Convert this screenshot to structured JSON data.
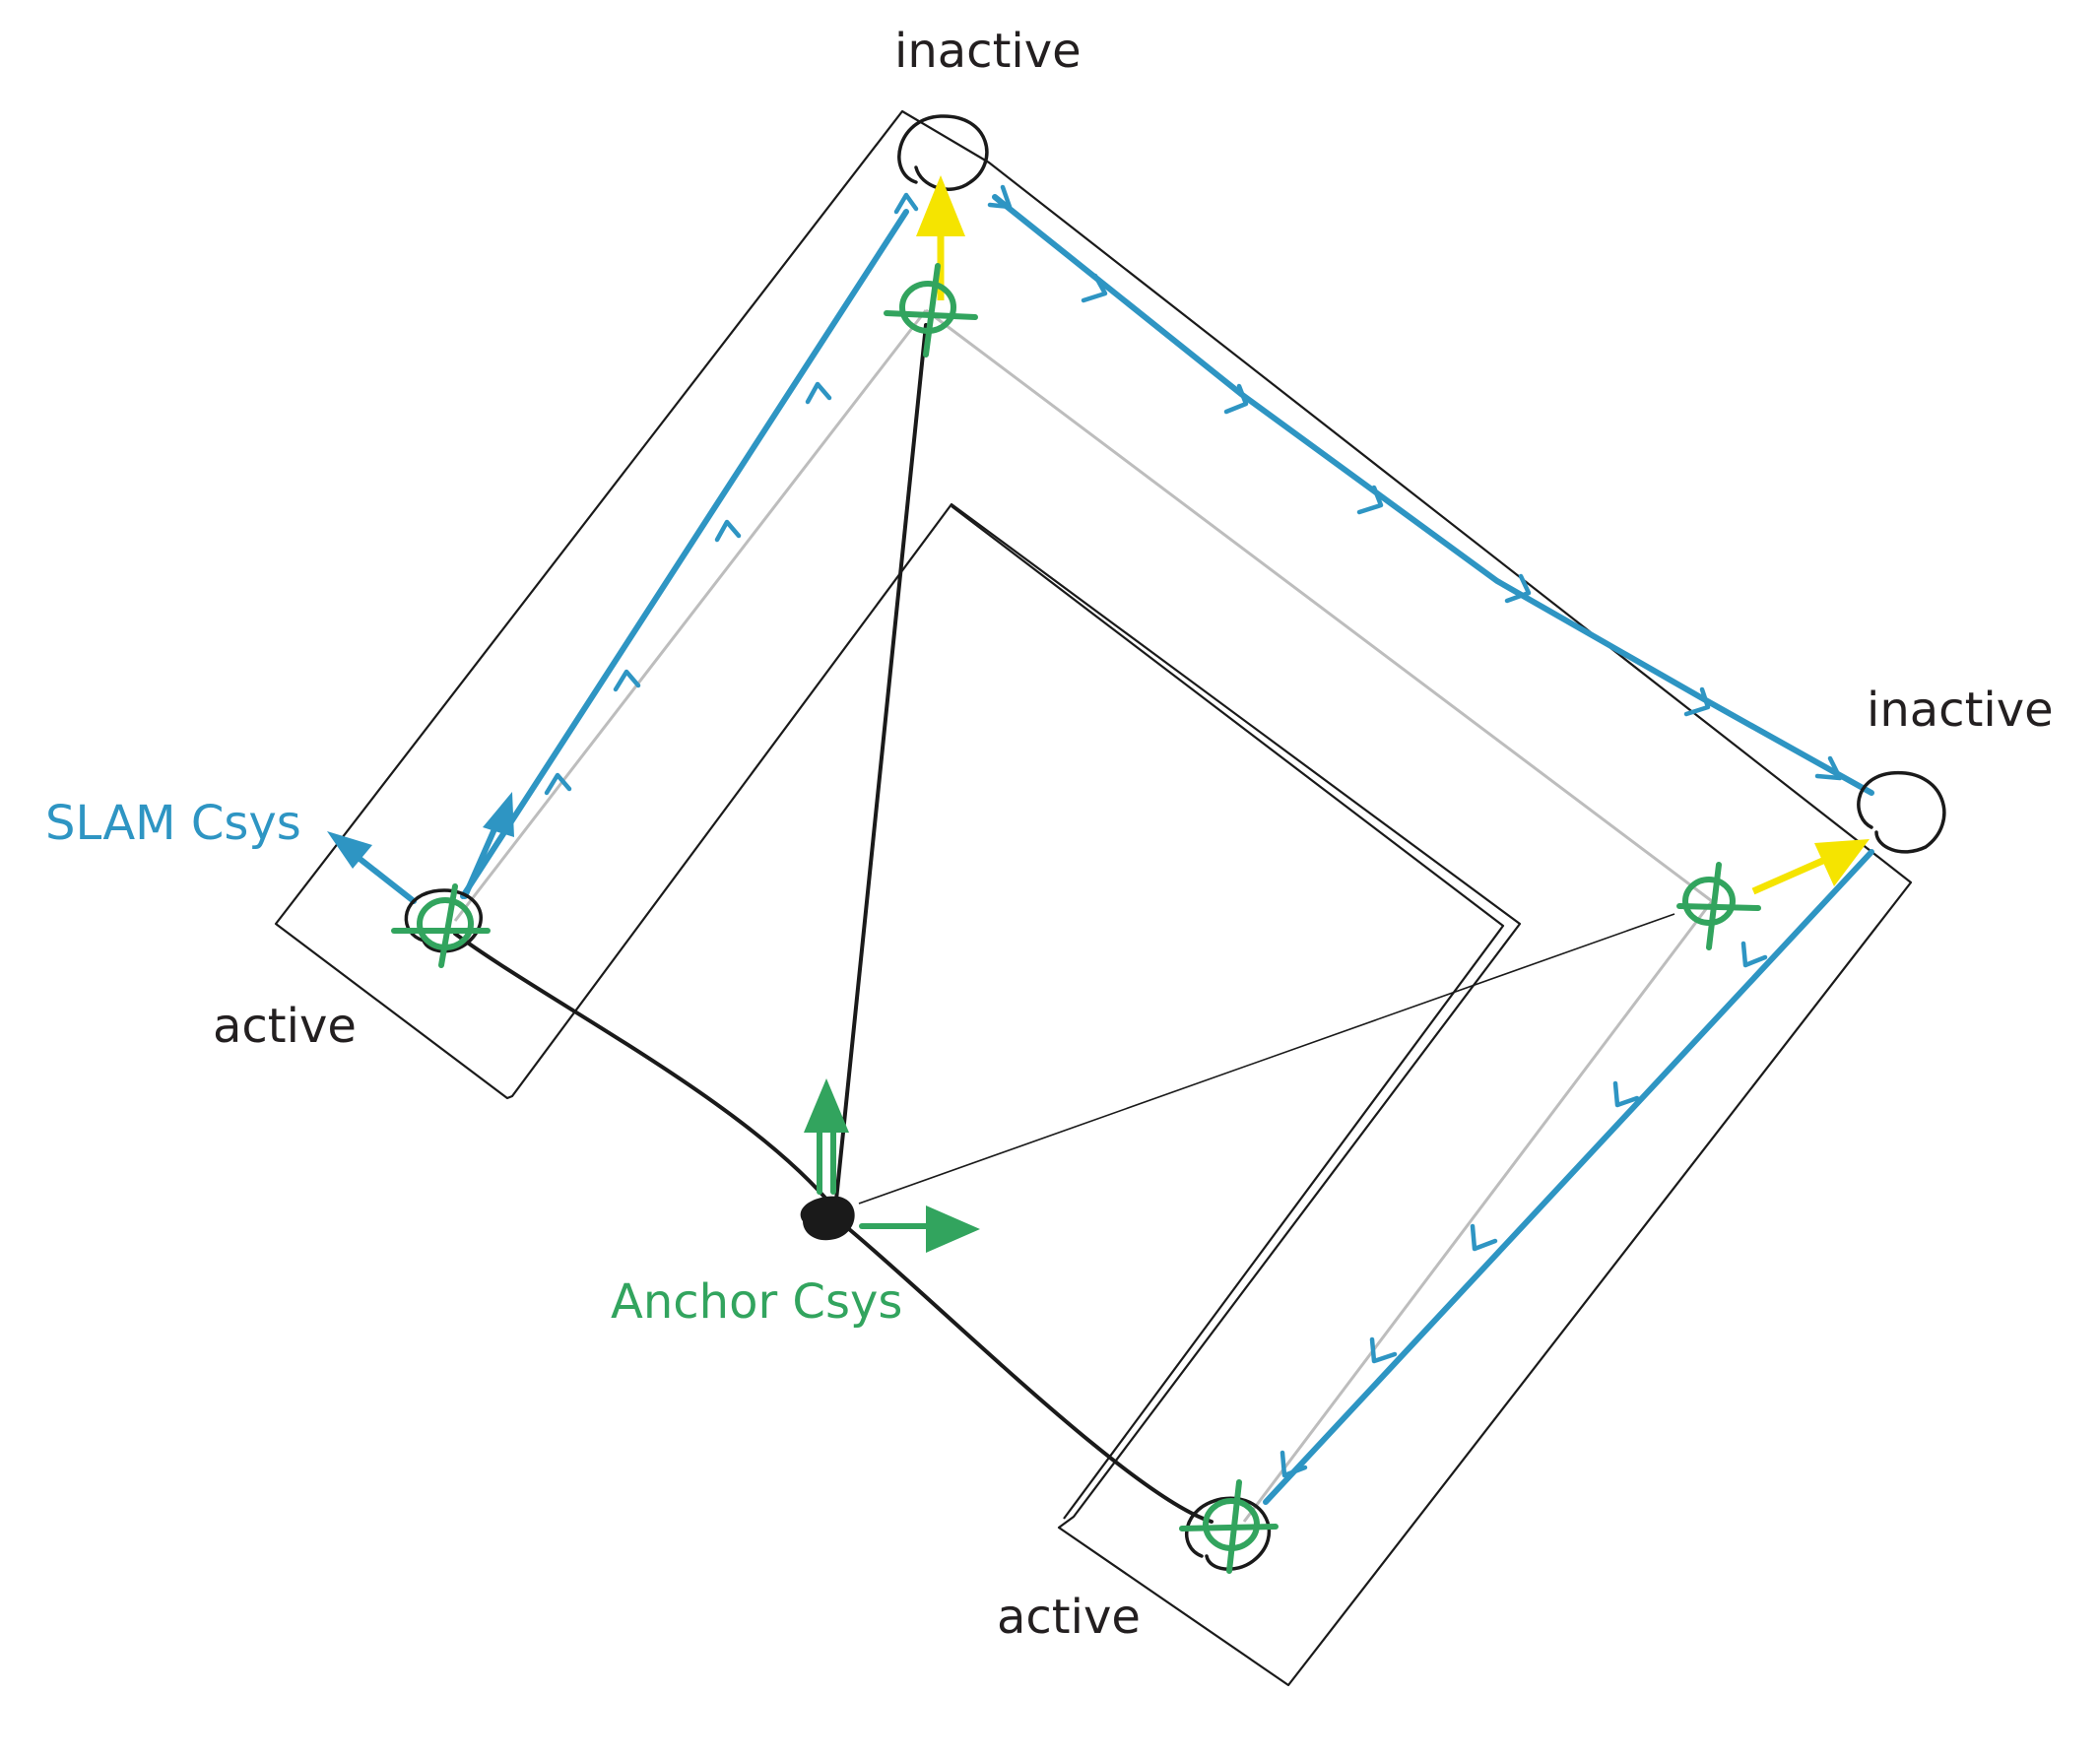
{
  "labels": {
    "top_inactive": "inactive",
    "right_inactive": "inactive",
    "left_active": "active",
    "bottom_active": "active",
    "slam_csys": "SLAM Csys",
    "anchor_csys": "Anchor Csys"
  },
  "colors": {
    "slam_blue": "#2e95c3",
    "anchor_green": "#32a45e",
    "yellow_arrow": "#f5e400",
    "ink": "#1a1a1a",
    "gray_link": "#bdbdbd"
  }
}
